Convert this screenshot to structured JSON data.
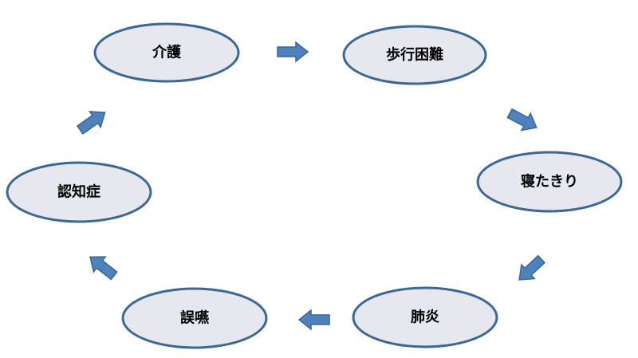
{
  "nodes": [
    {
      "id": "kaigo",
      "label": "介護"
    },
    {
      "id": "hokou-konnan",
      "label": "歩行困難"
    },
    {
      "id": "netakiri",
      "label": "寝たきり"
    },
    {
      "id": "haien",
      "label": "肺炎"
    },
    {
      "id": "goen",
      "label": "誤嚥"
    },
    {
      "id": "ninchisho",
      "label": "認知症"
    }
  ],
  "colors": {
    "node_fill": "#e6e7ef",
    "node_stroke": "#3c6891",
    "arrow_fill": "#4f81bd",
    "arrow_stroke": "#3b6690"
  }
}
